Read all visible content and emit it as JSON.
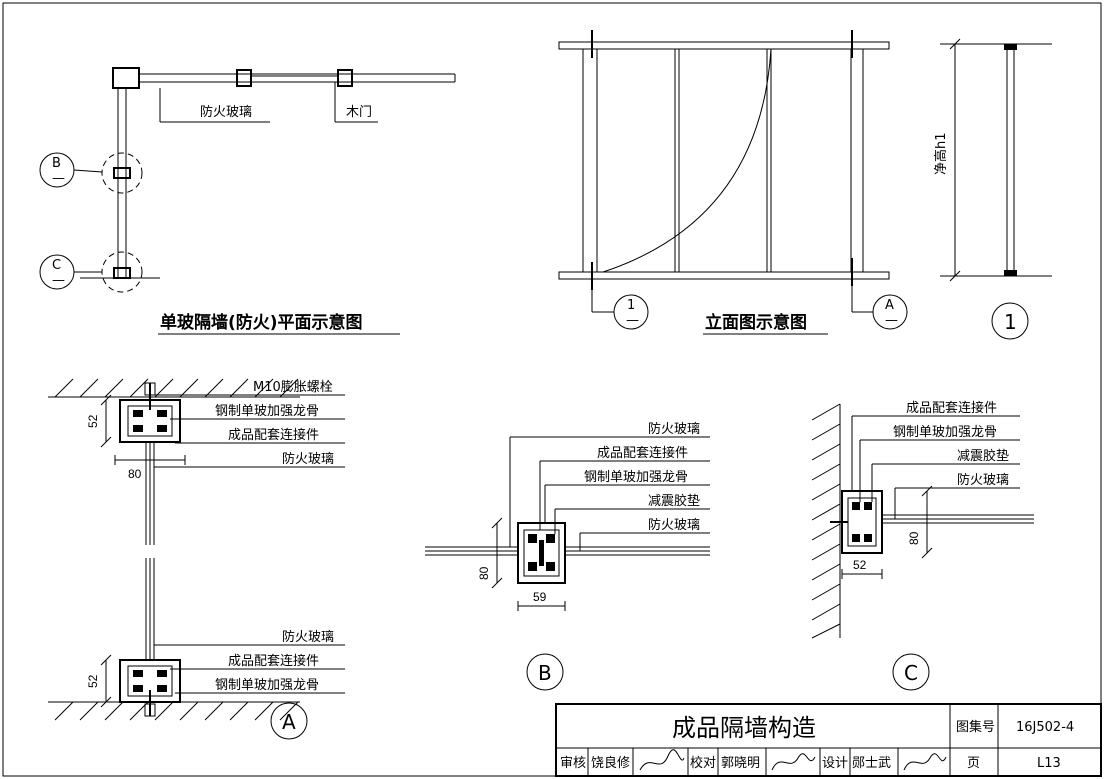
{
  "plan": {
    "title": "单玻隔墙(防火)平面示意图",
    "label_glass": "防火玻璃",
    "label_door": "木门",
    "callout_b": "B",
    "callout_c": "C",
    "callout_sub": "—"
  },
  "elevation": {
    "title": "立面图示意图",
    "callout_1": "1",
    "callout_a": "A",
    "callout_sub": "—"
  },
  "section1": {
    "label_height": "净高h1",
    "tag": "1"
  },
  "detailA": {
    "top_labels": [
      "M10膨胀螺栓",
      "钢制单玻加强龙骨",
      "成品配套连接件",
      "防火玻璃"
    ],
    "bottom_labels": [
      "防火玻璃",
      "成品配套连接件",
      "钢制单玻加强龙骨"
    ],
    "dim_top": "52",
    "dim_width": "80",
    "dim_bottom": "52",
    "tag": "A"
  },
  "detailB": {
    "labels": [
      "防火玻璃",
      "成品配套连接件",
      "钢制单玻加强龙骨",
      "减震胶垫",
      "防火玻璃"
    ],
    "dim_height": "80",
    "dim_width": "59",
    "tag": "B"
  },
  "detailC": {
    "labels": [
      "成品配套连接件",
      "钢制单玻加强龙骨",
      "减震胶垫",
      "防火玻璃"
    ],
    "dim_height": "80",
    "dim_width": "52",
    "tag": "C"
  },
  "titleblock": {
    "title": "成品隔墙构造",
    "atlas_label": "图集号",
    "atlas_no": "16J502-4",
    "review_label": "审核",
    "review_name": "饶良修",
    "check_label": "校对",
    "check_name": "郭晓明",
    "design_label": "设计",
    "design_name": "郧士武",
    "page_label": "页",
    "page_no": "L13"
  }
}
